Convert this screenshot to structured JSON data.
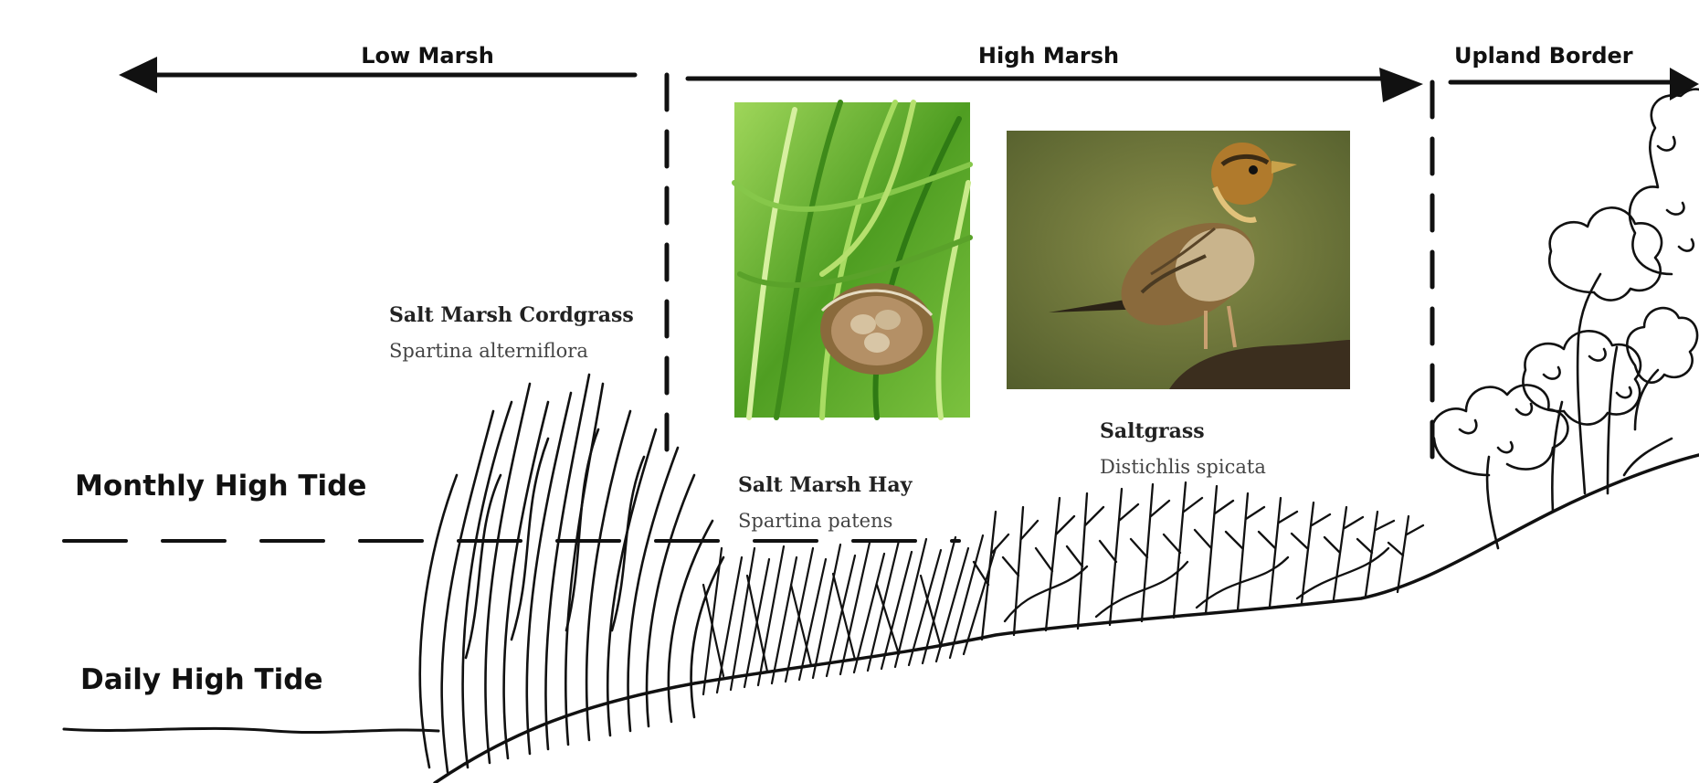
{
  "zones": {
    "low_marsh": "Low Marsh",
    "high_marsh": "High Marsh",
    "upland_border": "Upland Border"
  },
  "tides": {
    "monthly": "Monthly High Tide",
    "daily": "Daily High Tide"
  },
  "species": {
    "cordgrass": {
      "common": "Salt Marsh Cordgrass",
      "latin": "Spartina alterniflora"
    },
    "hay": {
      "common": "Salt Marsh Hay",
      "latin": "Spartina patens"
    },
    "saltgrass": {
      "common": "Saltgrass",
      "latin": "Distichlis spicata"
    }
  },
  "colors": {
    "ink": "#111111",
    "grass_green": "#5fae2e",
    "photo_bg": "#6f7a3a",
    "bird_brown": "#8a6a3c"
  }
}
